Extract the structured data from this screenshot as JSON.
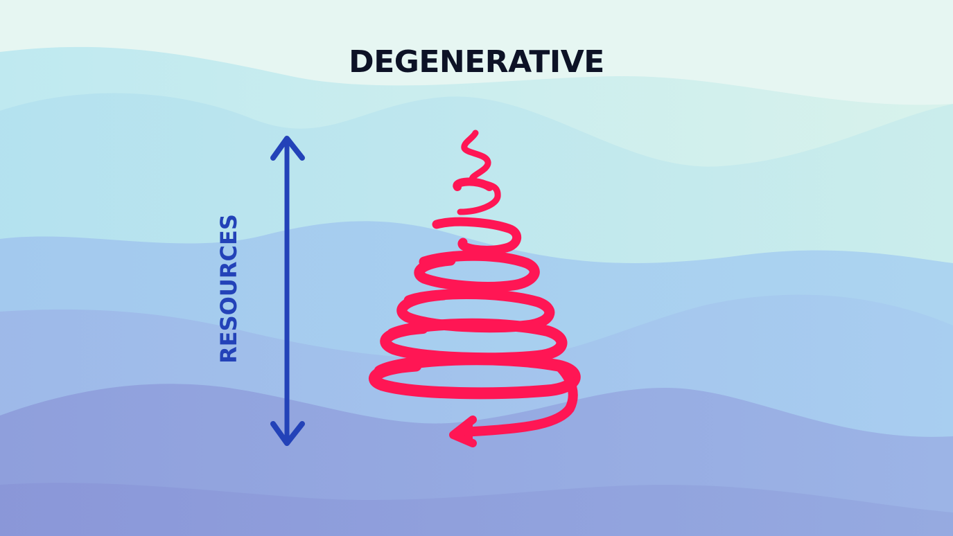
{
  "title": "DEGENERATIVE",
  "axis_label": "RESOURCES",
  "colors": {
    "title": "#0d1226",
    "axis": "#2342b8",
    "spiral": "#ff1654"
  },
  "icons": {
    "axis": "double-headed-vertical-arrow",
    "spiral": "downward-widening-spiral-arrow"
  }
}
